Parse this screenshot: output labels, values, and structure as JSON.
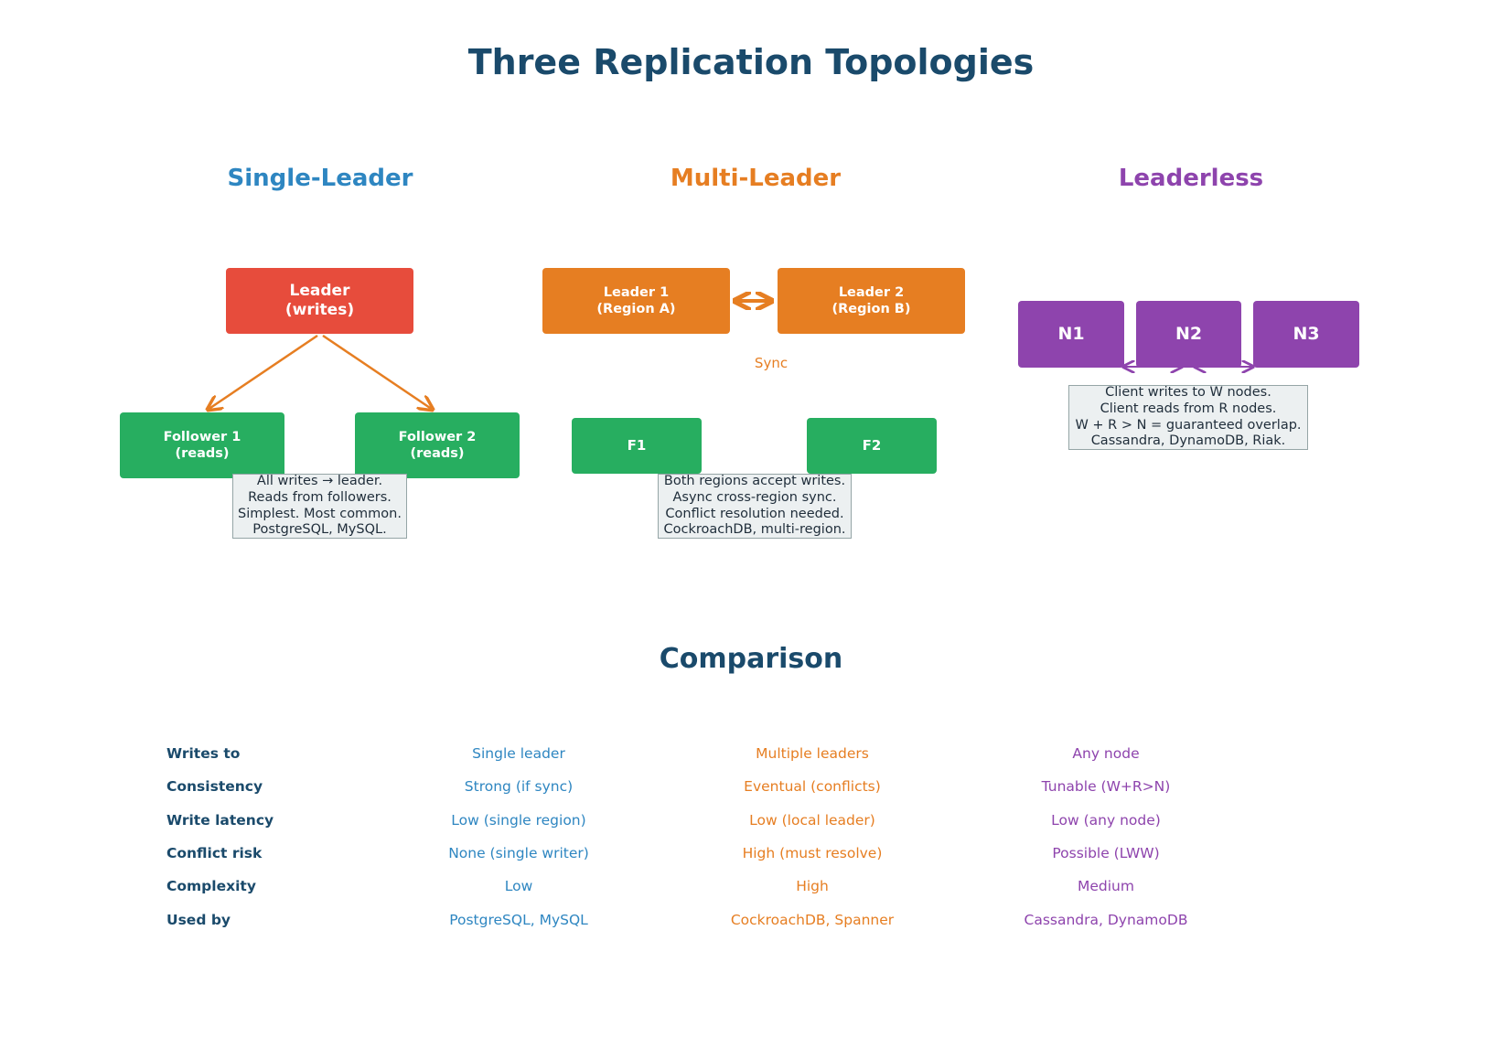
{
  "title": "Three Replication Topologies",
  "colors": {
    "title": "#1a4a6b",
    "single": "#2e86c1",
    "multi": "#e67e22",
    "leaderless": "#8e44ad",
    "leader_red": "#e74c3c",
    "follower_green": "#27ae60",
    "note_bg": "#ecf0f1",
    "note_border": "#95a5a6"
  },
  "single_leader": {
    "title": "Single-Leader",
    "leader": "Leader\n(writes)",
    "follower1": "Follower 1\n(reads)",
    "follower2": "Follower 2\n(reads)",
    "note": "All writes → leader.\nReads from followers.\nSimplest. Most common.\nPostgreSQL, MySQL."
  },
  "multi_leader": {
    "title": "Multi-Leader",
    "leader1": "Leader 1\n(Region A)",
    "leader2": "Leader 2\n(Region B)",
    "sync_label": "Sync",
    "f1": "F1",
    "f2": "F2",
    "note": "Both regions accept writes.\nAsync cross-region sync.\nConflict resolution needed.\nCockroachDB, multi-region."
  },
  "leaderless": {
    "title": "Leaderless",
    "n1": "N1",
    "n2": "N2",
    "n3": "N3",
    "note": "Client writes to W nodes.\nClient reads from R nodes.\nW + R > N = guaranteed overlap.\nCassandra, DynamoDB, Riak."
  },
  "comparison": {
    "title": "Comparison",
    "rows": [
      {
        "label": "Writes to",
        "single": "Single leader",
        "multi": "Multiple leaders",
        "leaderless": "Any node"
      },
      {
        "label": "Consistency",
        "single": "Strong (if sync)",
        "multi": "Eventual (conflicts)",
        "leaderless": "Tunable (W+R>N)"
      },
      {
        "label": "Write latency",
        "single": "Low (single region)",
        "multi": "Low (local leader)",
        "leaderless": "Low (any node)"
      },
      {
        "label": "Conflict risk",
        "single": "None (single writer)",
        "multi": "High (must resolve)",
        "leaderless": "Possible (LWW)"
      },
      {
        "label": "Complexity",
        "single": "Low",
        "multi": "High",
        "leaderless": "Medium"
      },
      {
        "label": "Used by",
        "single": "PostgreSQL, MySQL",
        "multi": "CockroachDB, Spanner",
        "leaderless": "Cassandra, DynamoDB"
      }
    ]
  }
}
